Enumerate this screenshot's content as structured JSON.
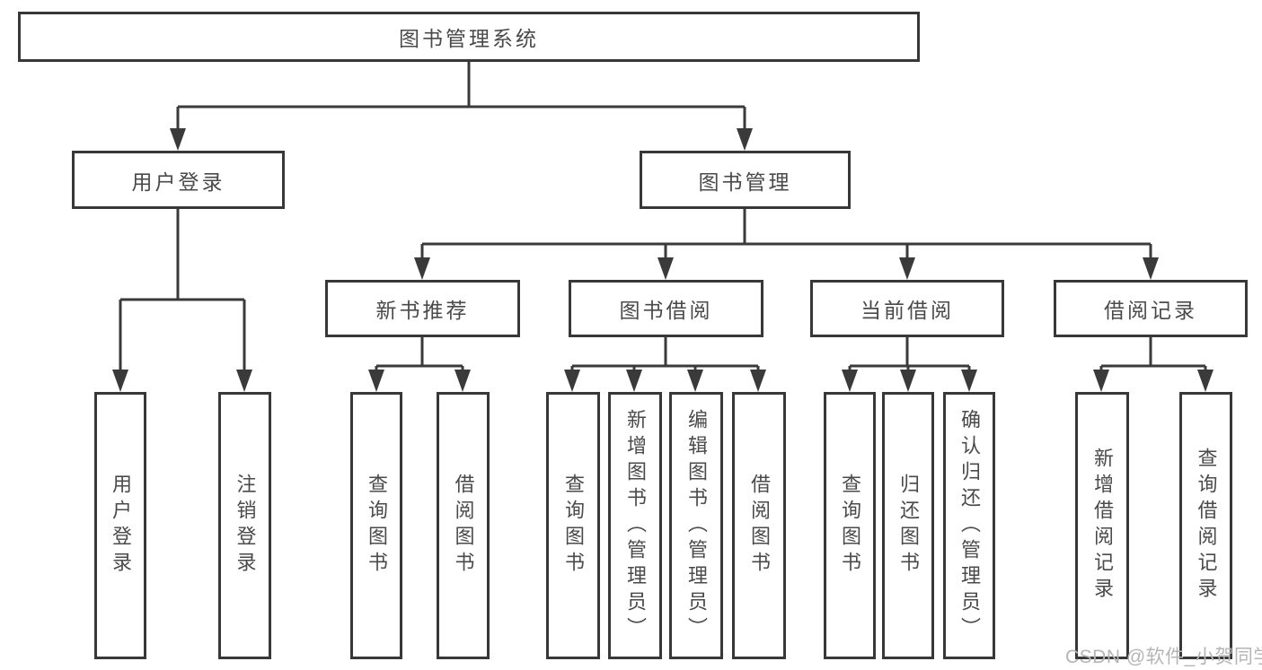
{
  "diagram": {
    "root": {
      "label": "图书管理系统"
    },
    "level2": [
      {
        "label": "用户登录",
        "children": [
          {
            "label": "用户登录"
          },
          {
            "label": "注销登录"
          }
        ]
      },
      {
        "label": "图书管理",
        "children": [
          {
            "label": "新书推荐",
            "children": [
              {
                "label": "查询图书"
              },
              {
                "label": "借阅图书"
              }
            ]
          },
          {
            "label": "图书借阅",
            "children": [
              {
                "label": "查询图书"
              },
              {
                "label": "新增图书（管理员）"
              },
              {
                "label": "编辑图书（管理员）"
              },
              {
                "label": "借阅图书"
              }
            ]
          },
          {
            "label": "当前借阅",
            "children": [
              {
                "label": "查询图书"
              },
              {
                "label": "归还图书"
              },
              {
                "label": "确认归还（管理员）"
              }
            ]
          },
          {
            "label": "借阅记录",
            "children": [
              {
                "label": "新增借阅记录"
              },
              {
                "label": "查询借阅记录"
              }
            ]
          }
        ]
      }
    ],
    "watermark": "CSDN @软件_小贺同学"
  },
  "colors": {
    "line": "#3a3a3a",
    "box_border": "#383838",
    "text": "#4a4a4a",
    "watermark": "#b5b5b5",
    "background": "#ffffff"
  }
}
